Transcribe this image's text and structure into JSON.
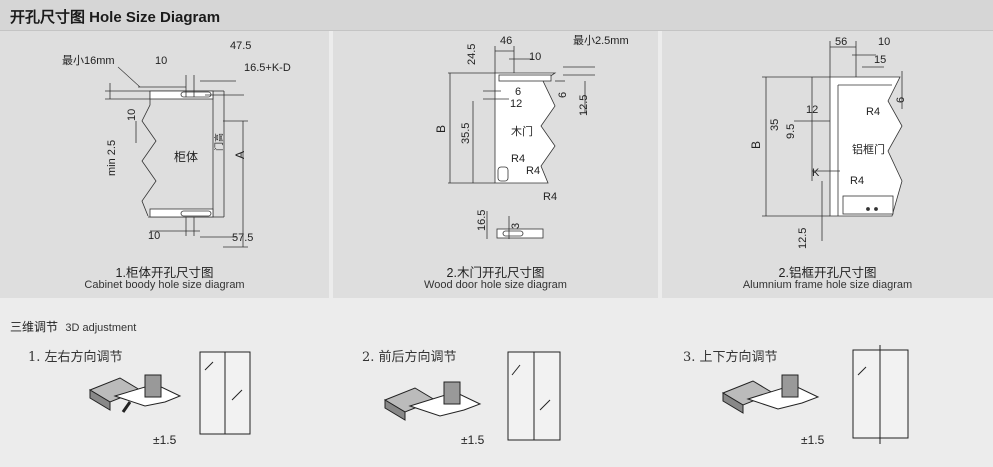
{
  "header": {
    "title": "开孔尺寸图  Hole Size Diagram"
  },
  "panels": [
    {
      "caption_cn": "1.柜体开孔尺寸图",
      "caption_en": "Cabinet boody hole size diagram",
      "labels": {
        "min16": "最小16mm",
        "d47_5": "47.5",
        "d10_top": "10",
        "d16_5kd": "16.5+K-D",
        "d10_side": "10",
        "min2_5": "min 2.5",
        "body": "柜体",
        "door_open": "门高",
        "a": "A",
        "d10_bot": "10",
        "d57_5": "57.5"
      }
    },
    {
      "caption_cn": "2.木门开孔尺寸图",
      "caption_en": "Wood door hole size diagram",
      "labels": {
        "d46": "46",
        "d10": "10",
        "min2_5": "最小2.5mm",
        "d24_5": "24.5",
        "d6_a": "6",
        "d12": "12",
        "d6_b": "6",
        "d12_5": "12.5",
        "b": "B",
        "d35_5": "35.5",
        "door": "木门",
        "r4_a": "R4",
        "r4_b": "R4",
        "r4_c": "R4",
        "d16_5": "16.5",
        "d3": "3"
      }
    },
    {
      "caption_cn": "2.铝框开孔尺寸图",
      "caption_en": "Alumnium frame hole size diagram",
      "labels": {
        "d56": "56",
        "d10": "10",
        "d15": "15",
        "d6": "6",
        "r4_a": "R4",
        "d12": "12",
        "d35": "35",
        "d9_5": "9.5",
        "frame": "铝框门",
        "b": "B",
        "k": "K",
        "r4_b": "R4",
        "d12_5": "12.5"
      }
    }
  ],
  "adjust": {
    "title_cn": "三维调节",
    "title_en": "3D adjustment",
    "steps": [
      {
        "label": "1. 左右方向调节",
        "tolerance": "±1.5"
      },
      {
        "label": "2. 前后方向调节",
        "tolerance": "±1.5"
      },
      {
        "label": "3. 上下方向调节",
        "tolerance": "±1.5"
      }
    ]
  }
}
